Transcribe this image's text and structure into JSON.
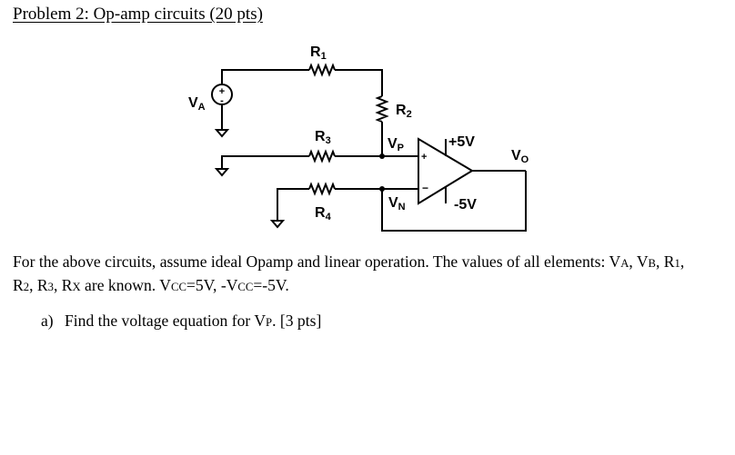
{
  "title": "Problem 2: Op-amp circuits (20 pts)",
  "circuit": {
    "r1": "R",
    "r1_sub": "1",
    "r2": "R",
    "r2_sub": "2",
    "r3": "R",
    "r3_sub": "3",
    "r4": "R",
    "r4_sub": "4",
    "va": "V",
    "va_sub": "A",
    "vp": "V",
    "vp_sub": "P",
    "vn": "V",
    "vn_sub": "N",
    "vo": "V",
    "vo_sub": "O",
    "vcc_pos": "+5V",
    "vcc_neg": "-5V",
    "source_plus": "+",
    "source_minus": "-",
    "opamp_plus": "+",
    "opamp_minus": "−"
  },
  "paragraph": {
    "l1_a": "For the above circuits, assume ideal Opamp and linear operation. The values of all elements: V",
    "l1_a_sub": "A",
    "l1_b": ", V",
    "l1_b_sub": "B",
    "l1_c": ", R",
    "l1_c_sub": "1",
    "l1_d": ",",
    "l2_a": "R",
    "l2_a_sub": "2",
    "l2_b": ", R",
    "l2_b_sub": "3",
    "l2_c": ", R",
    "l2_c_sub": "X",
    "l2_d": " are known. V",
    "l2_d_sub": "CC",
    "l2_e": "=5V, -V",
    "l2_e_sub": "CC",
    "l2_f": "=-5V."
  },
  "question": {
    "label": "a)",
    "text": "Find the voltage equation for V",
    "text_sub": "P",
    "suffix": ". [3 pts]"
  }
}
